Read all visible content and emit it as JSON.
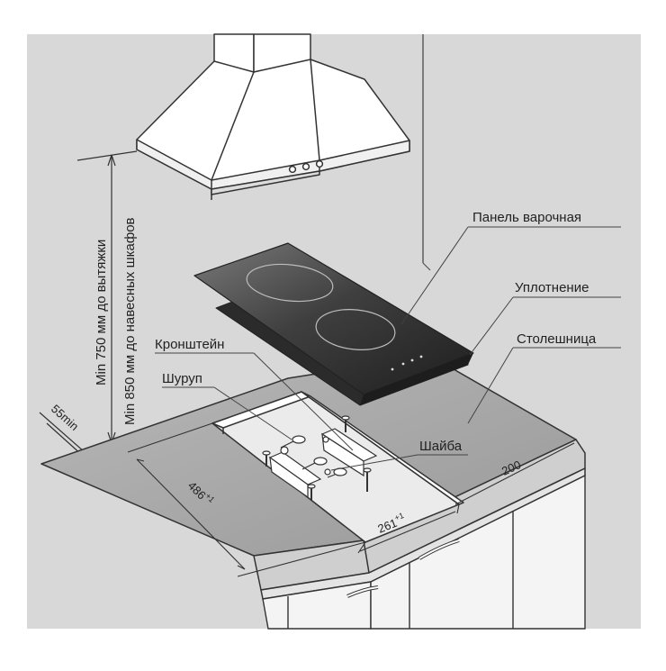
{
  "labels": {
    "panel": "Панель варочная",
    "seal": "Уплотнение",
    "countertop": "Столешница",
    "bracket": "Кронштейн",
    "screw": "Шуруп",
    "washer": "Шайба"
  },
  "dimensions": {
    "hood_height_line1": "Min 750 мм до вытяжки",
    "hood_height_line2": "Min 850 мм до навесных шкафов",
    "min_offset": "55min",
    "cutout_depth": "486",
    "cutout_depth_tol": "+1",
    "cutout_width": "261",
    "cutout_width_tol": "+1",
    "back_distance": "200"
  },
  "colors": {
    "background": "#d8d8d8",
    "line": "#3a3a3a",
    "countertop": "#a9a9a9",
    "countertop_edge": "#cfcfcf",
    "cabinet": "#f2f2f2",
    "hob_glass": "#3d3d3d",
    "cutout": "#ebebeb"
  }
}
